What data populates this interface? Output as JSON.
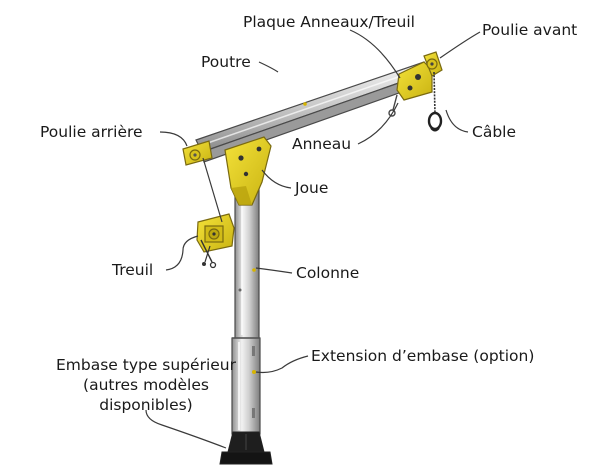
{
  "labels": {
    "plaque": "Plaque Anneaux/Treuil",
    "poulie_avant": "Poulie avant",
    "poutre": "Poutre",
    "poulie_arriere": "Poulie arrière",
    "anneau": "Anneau",
    "cable": "Câble",
    "joue": "Joue",
    "treuil": "Treuil",
    "colonne": "Colonne",
    "embase_line1": "Embase type supérieur",
    "embase_line2": "(autres modèles",
    "embase_line3": "disponibles)",
    "extension": "Extension d’embase (option)"
  },
  "colors": {
    "yellow": "#e8d21a",
    "yellow_shadow": "#c9b312",
    "steel_light": "#e8e8e8",
    "steel_mid": "#bdbdbd",
    "steel_dark": "#8f8f8f",
    "base_black": "#1e1e1e"
  }
}
